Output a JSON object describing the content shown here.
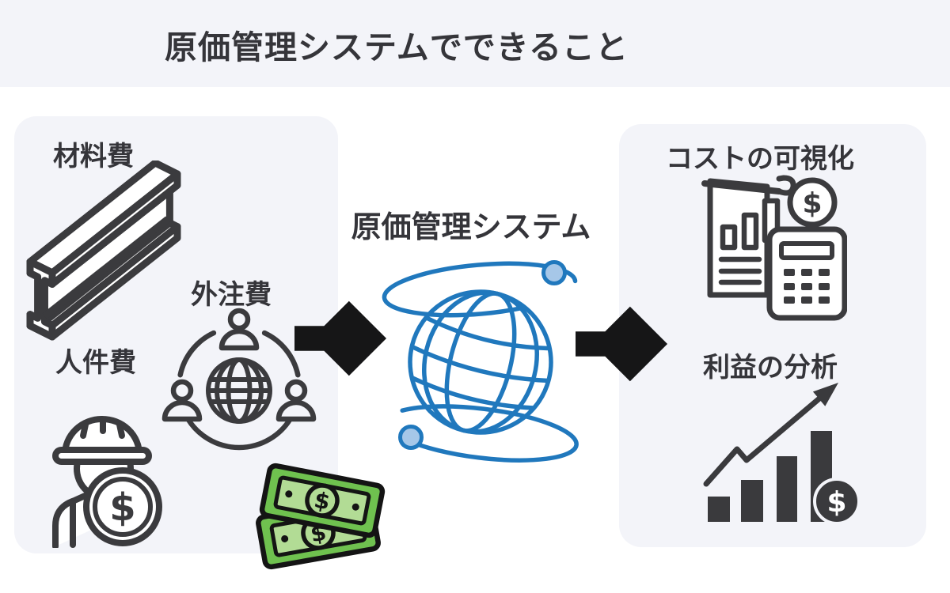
{
  "header": {
    "title": "原価管理システムでできること"
  },
  "cost_inputs": {
    "materials_label": "材料費",
    "outsourcing_label": "外注費",
    "labor_label": "人件費"
  },
  "system": {
    "label": "原価管理システム"
  },
  "capabilities": {
    "cost_visualization_label": "コストの可視化",
    "profit_analysis_label": "利益の分析"
  },
  "symbols": {
    "dollar": "$"
  },
  "colors": {
    "background": "#ffffff",
    "panel_bg": "#f3f4f9",
    "text_dark": "#35353a",
    "icon_outline": "#3b3b3e",
    "arrow_black": "#161617",
    "globe_blue": "#2078bd",
    "satellite_blue": "#a6c7e8",
    "bill_green": "#6fc14f",
    "bill_green_light": "#b2dc95",
    "bill_outline": "#141414"
  }
}
